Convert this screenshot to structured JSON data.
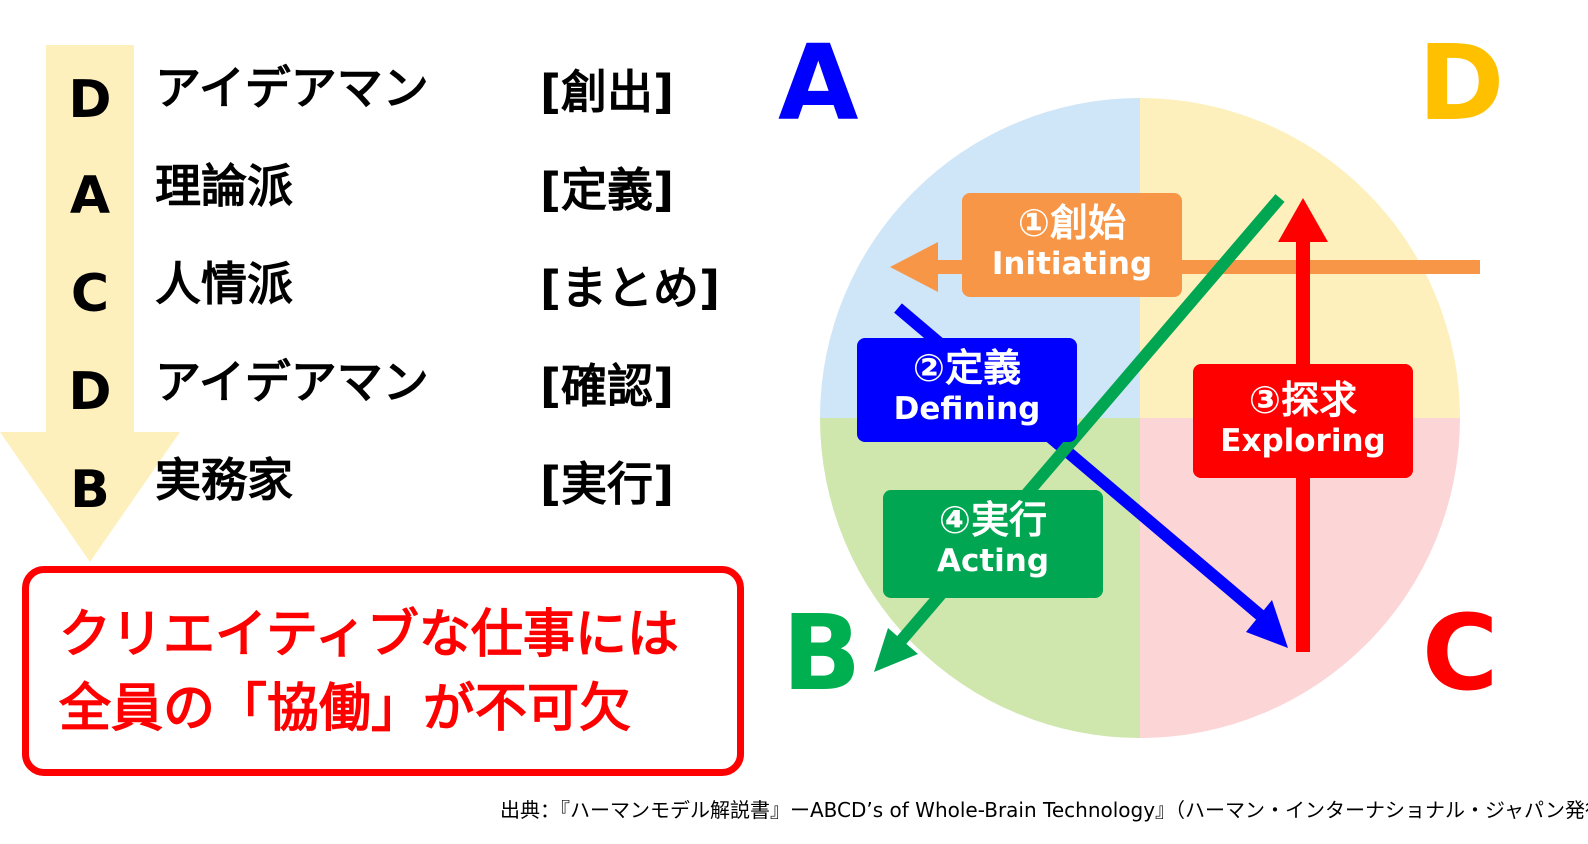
{
  "sequence": [
    {
      "letter": "D",
      "role": "アイデアマン",
      "tag": "[創出]"
    },
    {
      "letter": "A",
      "role": "理論派",
      "tag": "[定義]"
    },
    {
      "letter": "C",
      "role": "人情派",
      "tag": "[まとめ]"
    },
    {
      "letter": "D",
      "role": "アイデアマン",
      "tag": "[確認]"
    },
    {
      "letter": "B",
      "role": "実務家",
      "tag": "[実行]"
    }
  ],
  "callout": {
    "line1": "クリエイティブな仕事には",
    "line2": "全員の「協働」が不可欠"
  },
  "quadrants": {
    "A": {
      "letter": "A",
      "color": "#0000ff",
      "fill": "#cfe5f8"
    },
    "D": {
      "letter": "D",
      "color": "#ffc000",
      "fill": "#fdf0bc"
    },
    "B": {
      "letter": "B",
      "color": "#00b050",
      "fill": "#cfe6ad"
    },
    "C": {
      "letter": "C",
      "color": "#ff0000",
      "fill": "#fcd6d6"
    }
  },
  "steps": {
    "initiating": {
      "jp": "①創始",
      "en": "Initiating",
      "color": "#f79646"
    },
    "defining": {
      "jp": "②定義",
      "en": "Defining",
      "color": "#0000ff"
    },
    "exploring": {
      "jp": "③探求",
      "en": "Exploring",
      "color": "#ff0000"
    },
    "acting": {
      "jp": "④実行",
      "en": "Acting",
      "color": "#00a651"
    }
  },
  "source": "出典：『ハーマンモデル解説書』ーABCD’s of Whole-Brain Technology』（ハーマン・インターナショナル・ジャパン発行）"
}
